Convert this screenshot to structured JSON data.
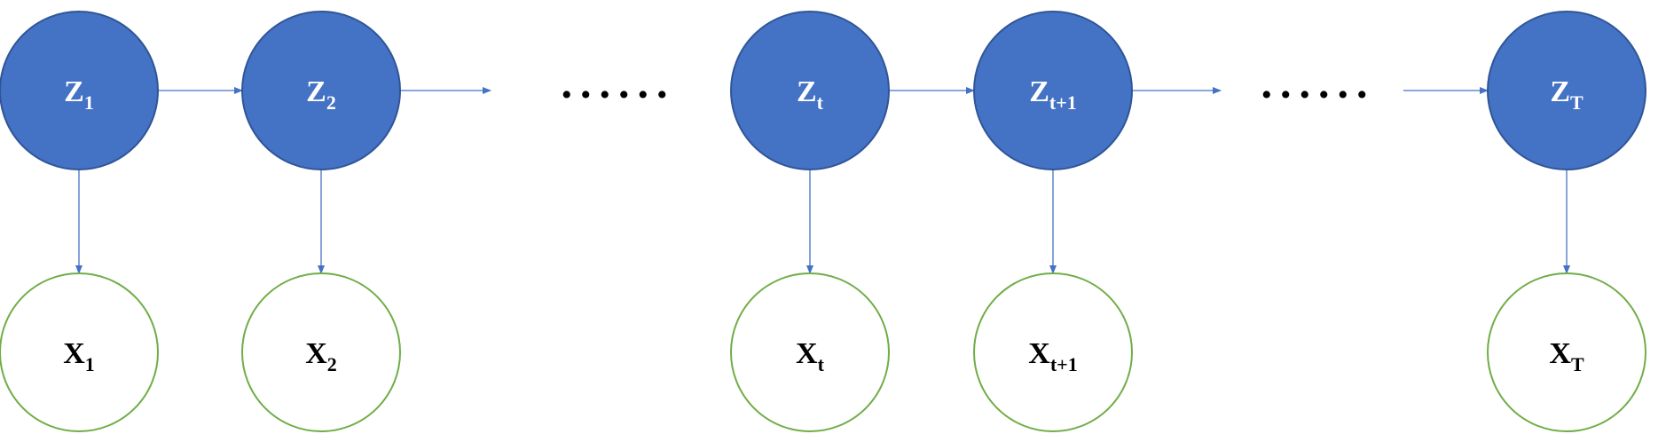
{
  "colors": {
    "hidden_fill": "#4472c4",
    "hidden_stroke": "#2f5597",
    "observed_fill": "#ffffff",
    "observed_stroke": "#70ad47",
    "edge": "#4472c4",
    "hidden_text": "#ffffff",
    "observed_text": "#000000",
    "ellipsis": "#000000"
  },
  "hidden_nodes": [
    {
      "base": "Z",
      "sub": "1"
    },
    {
      "base": "Z",
      "sub": "2"
    },
    {
      "base": "Z",
      "sub": "t"
    },
    {
      "base": "Z",
      "sub": "t+1"
    },
    {
      "base": "Z",
      "sub": "T"
    }
  ],
  "observed_nodes": [
    {
      "base": "X",
      "sub": "1"
    },
    {
      "base": "X",
      "sub": "2"
    },
    {
      "base": "X",
      "sub": "t"
    },
    {
      "base": "X",
      "sub": "t+1"
    },
    {
      "base": "X",
      "sub": "T"
    }
  ],
  "ellipses": [
    "......",
    "......"
  ]
}
